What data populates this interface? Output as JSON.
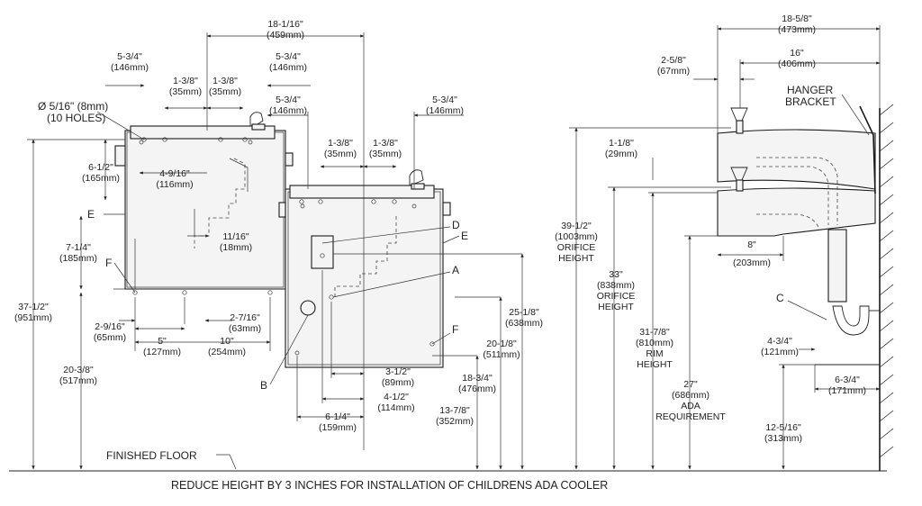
{
  "labels": {
    "hole_dia_a": "Ø 5/16\" (8mm)",
    "hole_dia_b": "(10 HOLES)",
    "hanger_a": "HANGER",
    "hanger_b": "BRACKET",
    "finished_floor": "FINISHED FLOOR",
    "reduce_note": "REDUCE HEIGHT BY 3 INCHES FOR INSTALLATION OF CHILDRENS ADA COOLER",
    "callout_b": "B",
    "callout_a": "A",
    "callout_c": "C",
    "callout_d": "D",
    "callout_e_left": "E",
    "callout_e_right": "E",
    "callout_f_left": "F",
    "callout_f_right": "F"
  },
  "dims": {
    "d18_1_16": [
      "18-1/16\"",
      "(459mm)"
    ],
    "d5_3_4_tl": [
      "5-3/4\"",
      "(146mm)"
    ],
    "d5_3_4_tr": [
      "5-3/4\"",
      "(146mm)"
    ],
    "d1_3_8_l1": [
      "1-3/8\"",
      "(35mm)"
    ],
    "d1_3_8_l2": [
      "1-3/8\"",
      "(35mm)"
    ],
    "d5_3_4_mid": [
      "5-3/4\"",
      "(146mm)"
    ],
    "d5_3_4_right": [
      "5-3/4\"",
      "(146mm)"
    ],
    "d1_3_8_m1": [
      "1-3/8\"",
      "(35mm)"
    ],
    "d1_3_8_m2": [
      "1-3/8\"",
      "(35mm)"
    ],
    "d6_1_2": [
      "6-1/2\"",
      "(165mm)"
    ],
    "d4_9_16": [
      "4-9/16\"",
      "(116mm)"
    ],
    "d11_16": [
      "11/16\"",
      "(18mm)"
    ],
    "d7_1_4": [
      "7-1/4\"",
      "(185mm)"
    ],
    "d2_9_16": [
      "2-9/16\"",
      "(65mm)"
    ],
    "d2_7_16": [
      "2-7/16\"",
      "(63mm)"
    ],
    "d5": [
      "5\"",
      "(127mm)"
    ],
    "d10": [
      "10\"",
      "(254mm)"
    ],
    "d37_1_2": [
      "37-1/2\"",
      "(951mm)"
    ],
    "d20_3_8": [
      "20-3/8\"",
      "(517mm)"
    ],
    "d25_1_8": [
      "25-1/8\"",
      "(638mm)"
    ],
    "d20_1_8": [
      "20-1/8\"",
      "(511mm)"
    ],
    "d18_3_4": [
      "18-3/4\"",
      "(476mm)"
    ],
    "d13_7_8": [
      "13-7/8\"",
      "(352mm)"
    ],
    "d3_1_2": [
      "3-1/2\"",
      "(89mm)"
    ],
    "d4_1_2": [
      "4-1/2\"",
      "(114mm)"
    ],
    "d6_1_4": [
      "6-1/4\"",
      "(159mm)"
    ],
    "d39_1_2": [
      "39-1/2\"",
      "(1003mm)",
      "ORIFICE",
      "HEIGHT"
    ],
    "d1_1_8": [
      "1-1/8\"",
      "(29mm)"
    ],
    "d33": [
      "33\"",
      "(838mm)",
      "ORIFICE",
      "HEIGHT"
    ],
    "d31_7_8": [
      "31-7/8\"",
      "(810mm)",
      "RIM",
      "HEIGHT"
    ],
    "d27": [
      "27\"",
      "(686mm)",
      "ADA",
      "REQUIREMENT"
    ],
    "d18_5_8": [
      "18-5/8\"",
      "(473mm)"
    ],
    "d16": [
      "16\"",
      "(406mm)"
    ],
    "d2_5_8": [
      "2-5/8\"",
      "(67mm)"
    ],
    "d8": [
      "8\"",
      "(203mm)"
    ],
    "d4_3_4": [
      "4-3/4\"",
      "(121mm)"
    ],
    "d6_3_4": [
      "6-3/4\"",
      "(171mm)"
    ],
    "d12_5_16": [
      "12-5/16\"",
      "(313mm)"
    ]
  }
}
